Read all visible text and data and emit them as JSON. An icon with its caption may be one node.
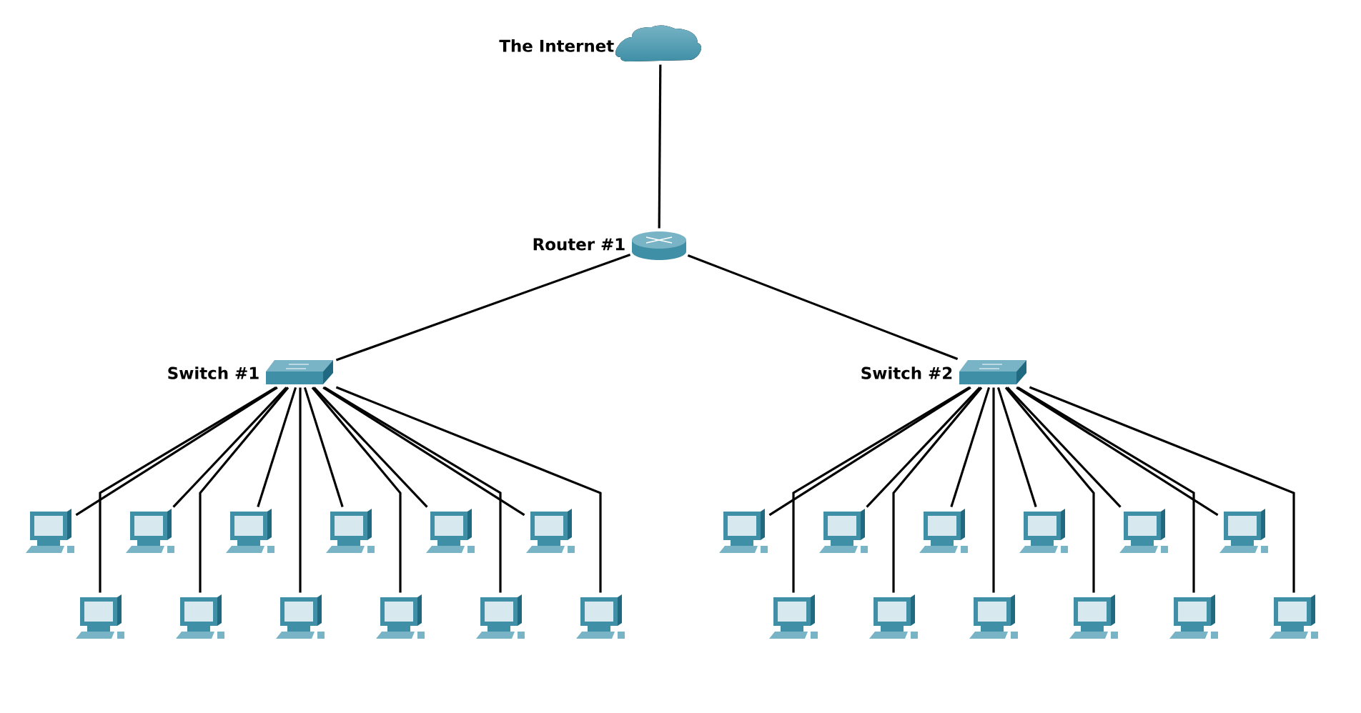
{
  "diagram": {
    "nodes": [
      {
        "text": [
          "The Internet"
        ]
      },
      {
        "text": [
          "Router #1"
        ]
      },
      {
        "text": [
          "Switch #1"
        ]
      },
      {
        "text": [
          "Switch #2"
        ]
      },
      {
        "text": [],
        "shape": "computer"
      },
      {
        "text": [],
        "shape": "computer"
      },
      {
        "text": [],
        "shape": "computer"
      },
      {
        "text": [],
        "shape": "computer"
      },
      {
        "text": [],
        "shape": "computer"
      },
      {
        "text": [],
        "shape": "computer"
      },
      {
        "text": [],
        "shape": "computer"
      },
      {
        "text": [],
        "shape": "computer"
      },
      {
        "text": [],
        "shape": "computer"
      },
      {
        "text": [],
        "shape": "computer"
      },
      {
        "text": [],
        "shape": "computer"
      },
      {
        "text": [],
        "shape": "computer"
      },
      {
        "text": [],
        "shape": "computer"
      },
      {
        "text": [],
        "shape": "computer"
      },
      {
        "text": [],
        "shape": "computer"
      },
      {
        "text": [],
        "shape": "computer"
      },
      {
        "text": [],
        "shape": "computer"
      },
      {
        "text": [],
        "shape": "computer"
      },
      {
        "text": [],
        "shape": "computer"
      },
      {
        "text": [],
        "shape": "computer"
      },
      {
        "text": [],
        "shape": "computer"
      },
      {
        "text": [],
        "shape": "computer"
      },
      {
        "text": [],
        "shape": "computer"
      },
      {
        "text": [],
        "shape": "computer"
      }
    ],
    "edges": [
      {
        "from": 0,
        "to": 1,
        "arrow": "none"
      },
      {
        "from": 1,
        "to": 2,
        "arrow": "none"
      },
      {
        "from": 1,
        "to": 3,
        "arrow": "none"
      },
      {
        "from": 2,
        "to": 4,
        "arrow": "none"
      },
      {
        "from": 2,
        "to": 5,
        "arrow": "none"
      },
      {
        "from": 2,
        "to": 6,
        "arrow": "none"
      },
      {
        "from": 2,
        "to": 7,
        "arrow": "none"
      },
      {
        "from": 2,
        "to": 8,
        "arrow": "none"
      },
      {
        "from": 2,
        "to": 9,
        "arrow": "none"
      },
      {
        "from": 2,
        "to": 10,
        "arrow": "none"
      },
      {
        "from": 2,
        "to": 11,
        "arrow": "none"
      },
      {
        "from": 2,
        "to": 12,
        "arrow": "none"
      },
      {
        "from": 2,
        "to": 13,
        "arrow": "none"
      },
      {
        "from": 2,
        "to": 14,
        "arrow": "none"
      },
      {
        "from": 2,
        "to": 15,
        "arrow": "none"
      },
      {
        "from": 3,
        "to": 16,
        "arrow": "none"
      },
      {
        "from": 3,
        "to": 17,
        "arrow": "none"
      },
      {
        "from": 3,
        "to": 18,
        "arrow": "none"
      },
      {
        "from": 3,
        "to": 19,
        "arrow": "none"
      },
      {
        "from": 3,
        "to": 20,
        "arrow": "none"
      },
      {
        "from": 3,
        "to": 21,
        "arrow": "none"
      },
      {
        "from": 3,
        "to": 22,
        "arrow": "none"
      },
      {
        "from": 3,
        "to": 23,
        "arrow": "none"
      },
      {
        "from": 3,
        "to": 24,
        "arrow": "none"
      },
      {
        "from": 3,
        "to": 25,
        "arrow": "none"
      },
      {
        "from": 3,
        "to": 26,
        "arrow": "none"
      },
      {
        "from": 3,
        "to": 27,
        "arrow": "none"
      }
    ]
  }
}
